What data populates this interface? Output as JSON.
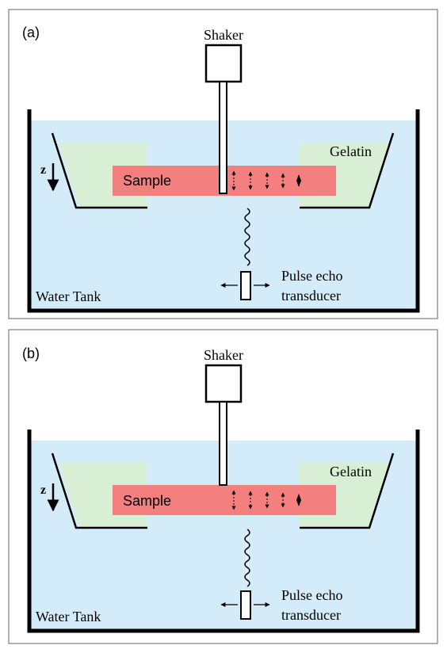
{
  "panels": [
    {
      "label": "(a)",
      "shaker": "Shaker",
      "sample": "Sample",
      "gelatin": "Gelatin",
      "z_axis": "z",
      "water_tank": "Water Tank",
      "transducer_line1": "Pulse echo",
      "transducer_line2": "transducer"
    },
    {
      "label": "(b)",
      "shaker": "Shaker",
      "sample": "Sample",
      "gelatin": "Gelatin",
      "z_axis": "z",
      "water_tank": "Water Tank",
      "transducer_line1": "Pulse echo",
      "transducer_line2": "transducer"
    }
  ],
  "colors": {
    "water": "#d4ecf9",
    "gelatin": "#d8eed5",
    "sample": "#f47f7f",
    "outline": "#000000"
  }
}
